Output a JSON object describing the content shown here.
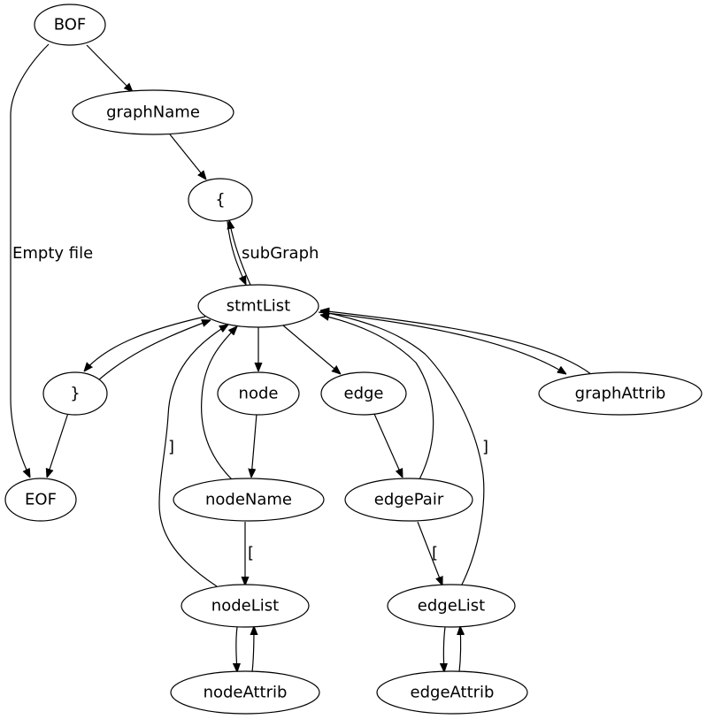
{
  "colors": {
    "stroke": "#000000",
    "fill": "#ffffff",
    "text": "#000000"
  },
  "nodes": {
    "bof": "BOF",
    "graphname": "graphName",
    "brace_open": "{",
    "stmtlist": "stmtList",
    "brace_close": "}",
    "node": "node",
    "edge": "edge",
    "graphattrib": "graphAttrib",
    "eof": "EOF",
    "nodename": "nodeName",
    "edgepair": "edgePair",
    "nodelist": "nodeList",
    "edgelist": "edgeList",
    "nodeattrib": "nodeAttrib",
    "edgeattrib": "edgeAttrib"
  },
  "edge_labels": {
    "empty_file": "Empty file",
    "subgraph": "subGraph",
    "nodelist_close": "]",
    "nodename_open": "[",
    "edgepair_open": "[",
    "edgelist_close": "]"
  }
}
